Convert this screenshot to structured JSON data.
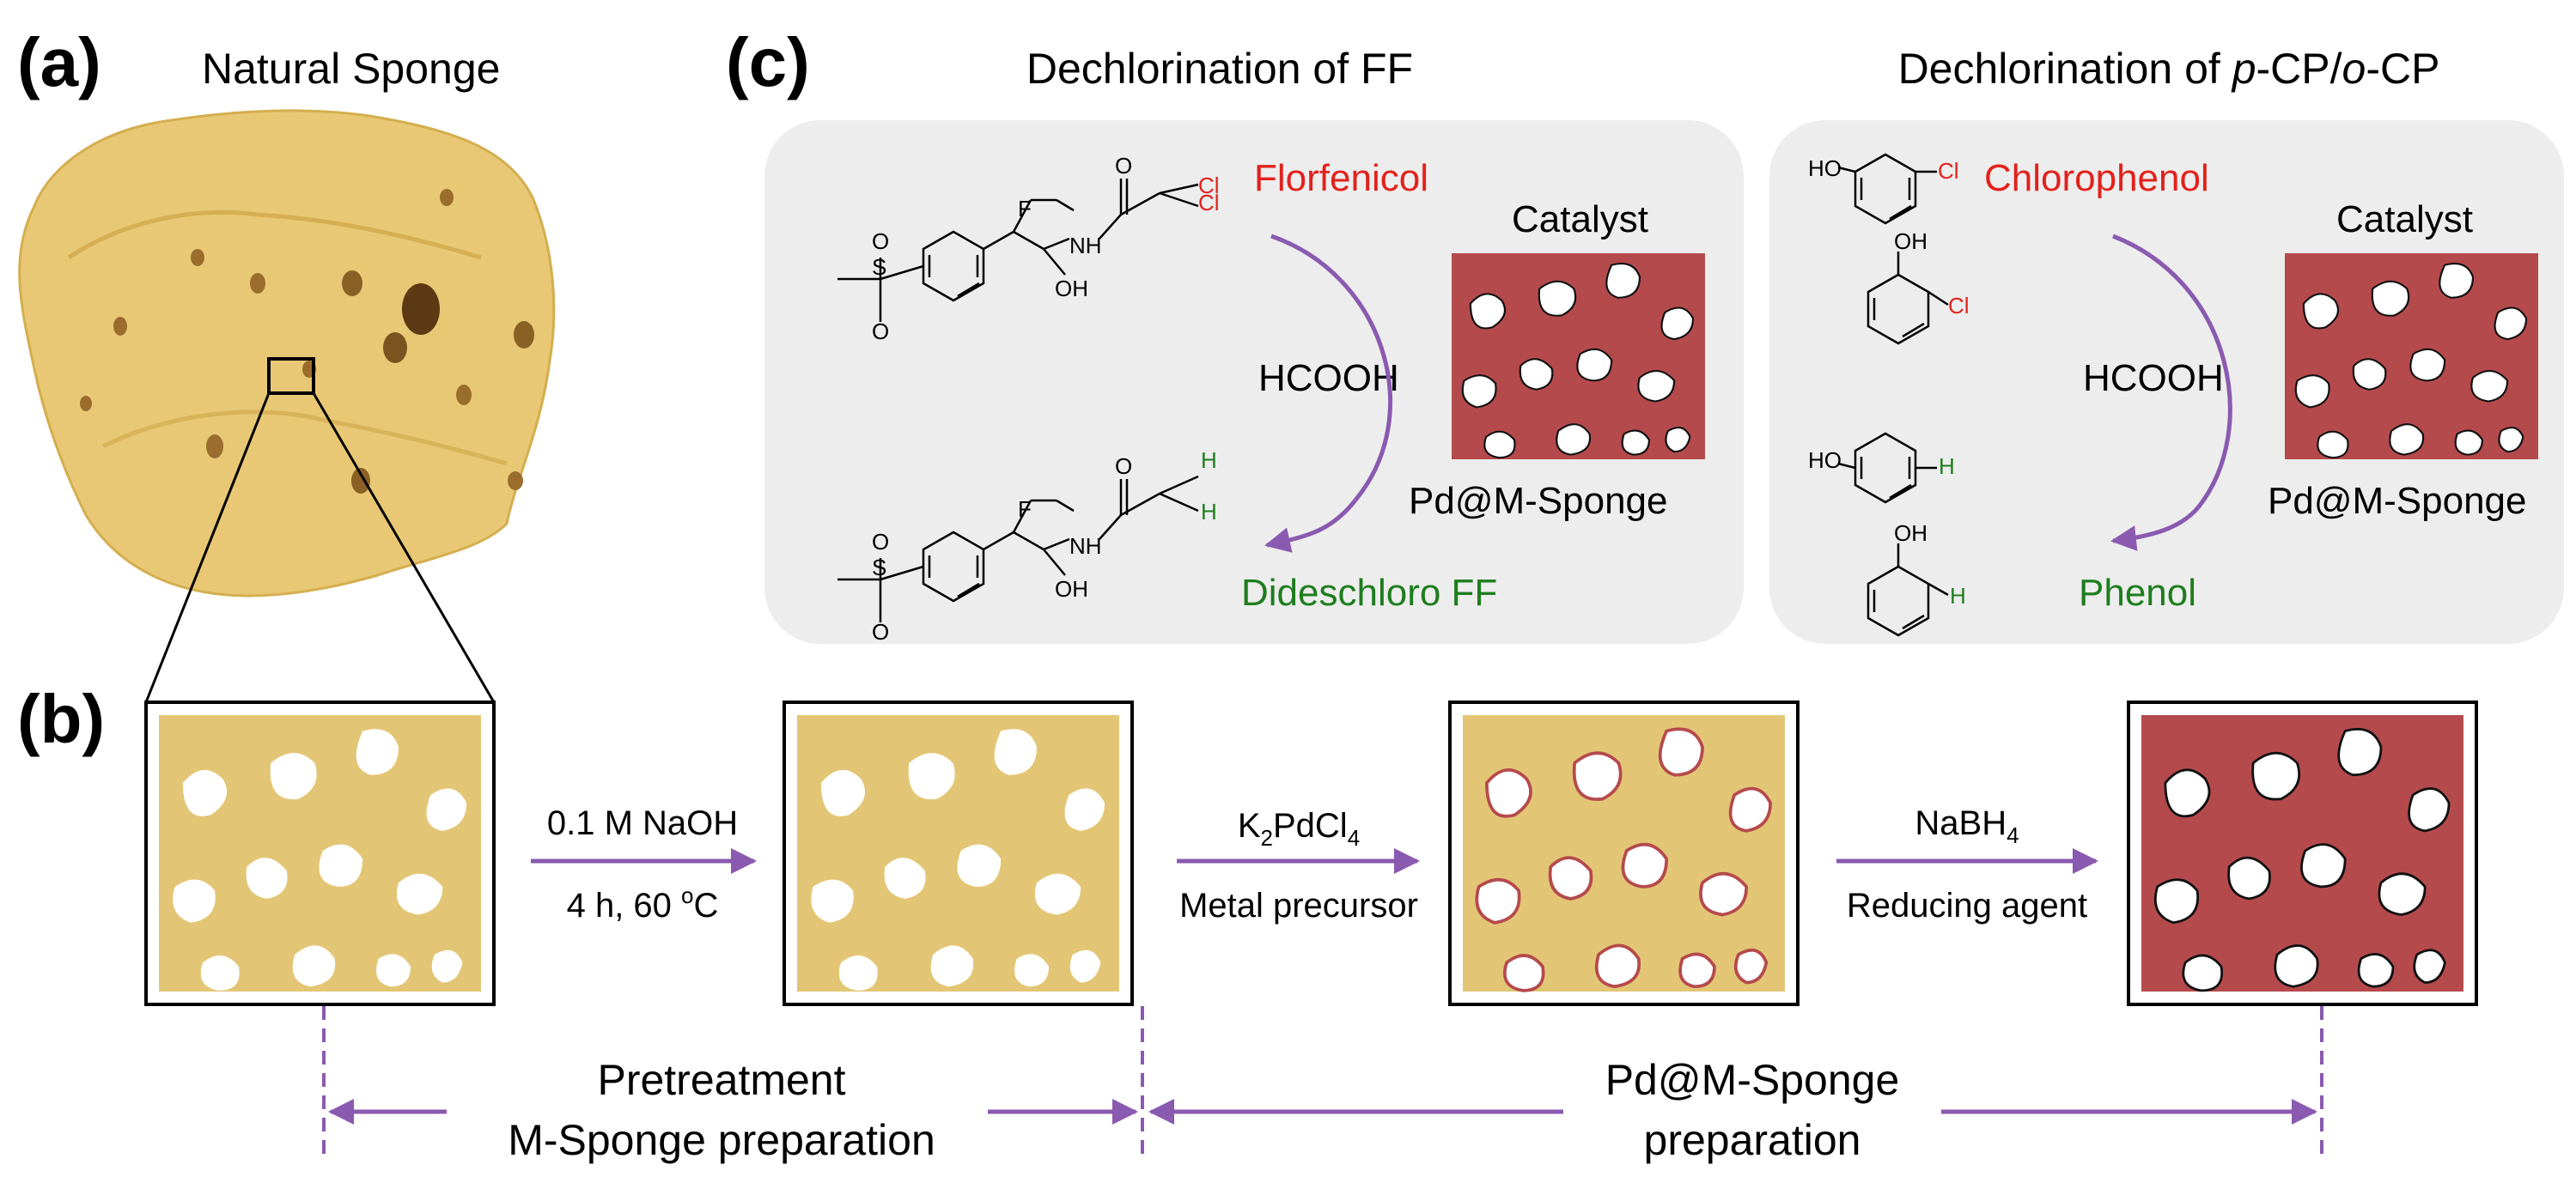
{
  "panel_a": {
    "letter": "(a)",
    "title": "Natural Sponge"
  },
  "panel_b": {
    "letter": "(b)",
    "steps": [
      {
        "line1": "0.1 M NaOH",
        "line2": "4 h, 60 oC"
      },
      {
        "line1": "K2PdCl4",
        "line2": "Metal precursor"
      },
      {
        "line1": "NaBH4",
        "line2": "Reducing agent"
      }
    ],
    "bottom_left": {
      "line1": "Pretreatment",
      "line2": "M-Sponge preparation"
    },
    "bottom_right": {
      "line1": "Pd@M-Sponge",
      "line2": "preparation"
    }
  },
  "panel_c": {
    "letter": "(c)",
    "left": {
      "title": "Dechlorination of FF",
      "reactant": "Florfenicol",
      "reagent": "HCOOH",
      "product": "Dideschloro FF",
      "catalyst_label": "Catalyst",
      "catalyst_name": "Pd@M-Sponge"
    },
    "right": {
      "title_pre": "Dechlorination of ",
      "title_p": "p",
      "title_mid": "-CP/",
      "title_o": "o",
      "title_post": "-CP",
      "reactant": "Chlorophenol",
      "reagent": "HCOOH",
      "product": "Phenol",
      "catalyst_label": "Catalyst",
      "catalyst_name": "Pd@M-Sponge"
    }
  },
  "chem_atoms": {
    "O": "O",
    "Cl": "Cl",
    "F": "F",
    "NH": "NH",
    "OH": "OH",
    "S": "S",
    "H": "H",
    "HO": "HO"
  },
  "colors": {
    "sponge_yellow": "#e3c675",
    "pd_red": "#b54a4d",
    "arrow_purple": "#8a5ab0",
    "reactant_red": "#e2211c",
    "product_green": "#1e7d1e",
    "panel_gray": "#ededed"
  }
}
